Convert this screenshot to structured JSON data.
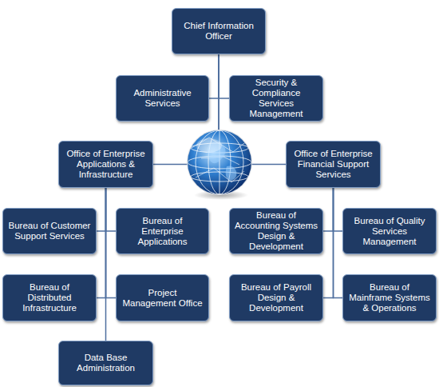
{
  "diagram": {
    "nodes": [
      {
        "text": [
          "Chief Information Officer"
        ]
      },
      {
        "text": [
          "Administrative Services"
        ]
      },
      {
        "text": [
          "Security & Compliance Services Management"
        ]
      },
      {
        "text": [
          "Office of Enterprise Applications & Infrastructure"
        ]
      },
      {
        "text": [
          "Office of Enterprise Financial Support Services"
        ]
      },
      {
        "text": [
          "Bureau of Customer Support Services"
        ]
      },
      {
        "text": [
          "Bureau of Enterprise Applications"
        ]
      },
      {
        "text": [
          "Bureau of Accounting Systems Design & Development"
        ]
      },
      {
        "text": [
          "Bureau of Quality Services Management"
        ]
      },
      {
        "text": [
          "Bureau of Distributed Infrastructure"
        ]
      },
      {
        "text": [
          "Project Management Office"
        ]
      },
      {
        "text": [
          "Bureau of Payroll Design & Development"
        ]
      },
      {
        "text": [
          "Bureau of Mainframe Systems & Operations"
        ]
      },
      {
        "text": [
          "Data Base Administration"
        ]
      }
    ],
    "edges": [
      {
        "from": 0,
        "to": 1,
        "arrow": "none"
      },
      {
        "from": 0,
        "to": 2,
        "arrow": "none"
      },
      {
        "from": 0,
        "to": 3,
        "arrow": "none"
      },
      {
        "from": 0,
        "to": 4,
        "arrow": "none"
      },
      {
        "from": 3,
        "to": 5,
        "arrow": "none"
      },
      {
        "from": 3,
        "to": 6,
        "arrow": "none"
      },
      {
        "from": 3,
        "to": 9,
        "arrow": "none"
      },
      {
        "from": 3,
        "to": 10,
        "arrow": "none"
      },
      {
        "from": 3,
        "to": 13,
        "arrow": "none"
      },
      {
        "from": 4,
        "to": 7,
        "arrow": "none"
      },
      {
        "from": 4,
        "to": 8,
        "arrow": "none"
      },
      {
        "from": 4,
        "to": 11,
        "arrow": "none"
      },
      {
        "from": 4,
        "to": 12,
        "arrow": "none"
      }
    ]
  }
}
